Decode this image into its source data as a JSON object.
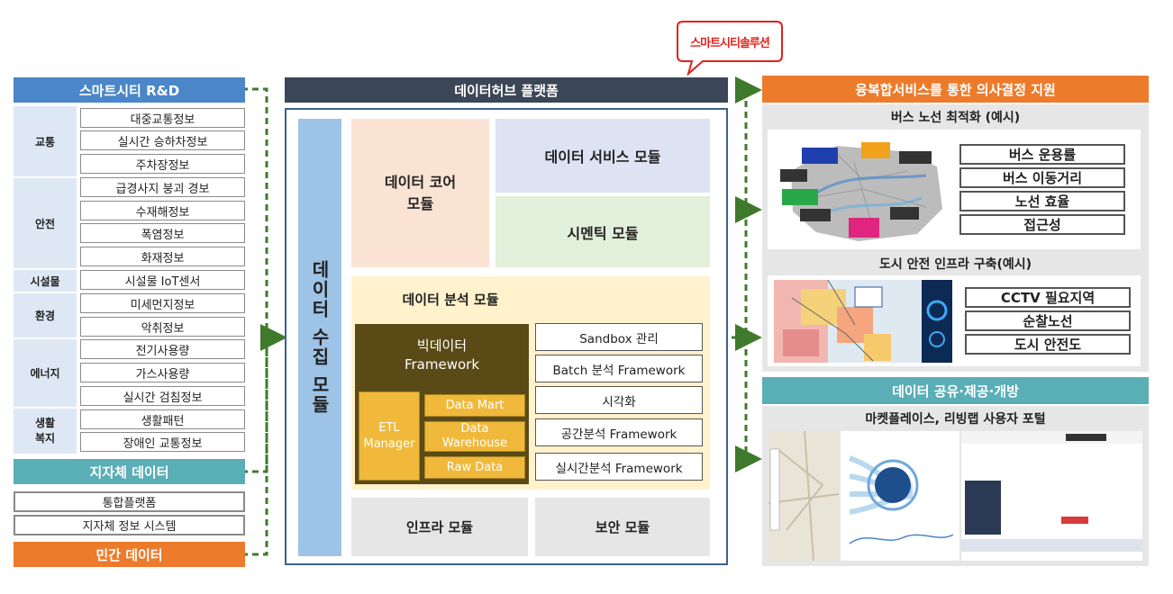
{
  "callout": {
    "label": "스마트시티솔루션"
  },
  "left": {
    "rnd_title": "스마트시티 R&D",
    "groups": [
      {
        "category": "교통",
        "items": [
          "대중교통정보",
          "실시간 승하차정보",
          "주차장정보"
        ]
      },
      {
        "category": "안전",
        "items": [
          "급경사지 붕괴 경보",
          "수재해정보",
          "폭염정보",
          "화재정보"
        ]
      },
      {
        "category": "시설물",
        "items": [
          "시설물 IoT센서"
        ]
      },
      {
        "category": "환경",
        "items": [
          "미세먼지정보",
          "악취정보"
        ]
      },
      {
        "category": "에너지",
        "items": [
          "전기사용량",
          "가스사용량",
          "실시간 검침정보"
        ]
      },
      {
        "category": "생활\n복지",
        "items": [
          "생활패턴",
          "장애인 교통정보"
        ]
      }
    ],
    "local_title": "지자체 데이터",
    "local_items": [
      "통합플랫폼",
      "지자체 정보 시스템"
    ],
    "private_title": "민간 데이터"
  },
  "hub": {
    "title": "데이터허브 플랫폼",
    "collect": "데이터 수집 모듈",
    "core": "데이터 코어\n모듈",
    "service": "데이터 서비스 모듈",
    "semantic": "시멘틱 모듈",
    "analysis": "데이터 분석 모듈",
    "bigdata": "빅데이터\nFramework",
    "etl": "ETL\nManager",
    "data_mart": "Data Mart",
    "data_warehouse": "Data\nWarehouse",
    "raw_data": "Raw Data",
    "tools": [
      "Sandbox 관리",
      "Batch 분석 Framework",
      "시각화",
      "공간분석 Framework",
      "실시간분석 Framework"
    ],
    "infra": "인프라 모듈",
    "security": "보안 모듈"
  },
  "right": {
    "title1": "융복합서비스를 통한 의사결정 지원",
    "bus_title": "버스 노선 최적화 (예시)",
    "bus_items": [
      "버스 운용률",
      "버스 이동거리",
      "노선 효율",
      "접근성"
    ],
    "safety_title": "도시 안전 인프라 구축(예시)",
    "safety_items": [
      "CCTV 필요지역",
      "순찰노선",
      "도시 안전도"
    ],
    "title2": "데이터 공유·제공·개방",
    "portal_title": "마켓플레이스, 리빙랩 사용자 포털"
  },
  "colors": {
    "blue_bar": "#4a86c8",
    "teal_bar": "#5aaeb6",
    "orange_bar": "#ec7b2c",
    "navy_bar": "#3b4656",
    "arrow_green": "#3f7a2c",
    "core_bg": "#fbe3d4",
    "service_bg": "#dde3f2",
    "semantic_bg": "#e2efda",
    "analysis_bg": "#fff2cc",
    "bigdata_bg": "#5a4a16"
  }
}
